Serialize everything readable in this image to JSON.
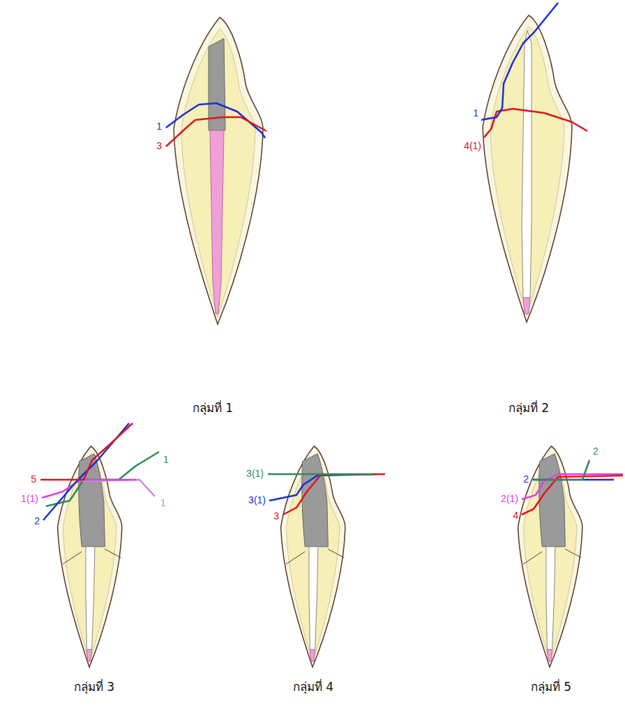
{
  "diagram": {
    "labels": [
      "1",
      "3",
      "กลุ่มที่ 1",
      "1",
      "4(1)",
      "กลุ่มที่ 2",
      "5",
      "1(1)",
      "2",
      "1",
      "1",
      "กลุ่มที่ 3",
      "3(1)",
      "3(1)",
      "3",
      "กลุ่มที่ 4",
      "2",
      "2",
      "2(1)",
      "4",
      "กลุ่มที่ 5"
    ]
  }
}
